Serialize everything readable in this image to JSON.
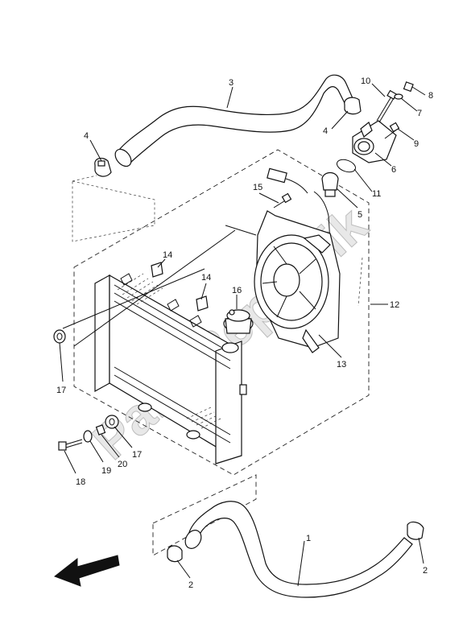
{
  "watermark": "PartsRepublik",
  "callouts": [
    {
      "id": "1",
      "text": "1"
    },
    {
      "id": "2a",
      "text": "2"
    },
    {
      "id": "2b",
      "text": "2"
    },
    {
      "id": "3",
      "text": "3"
    },
    {
      "id": "4a",
      "text": "4"
    },
    {
      "id": "4b",
      "text": "4"
    },
    {
      "id": "5",
      "text": "5"
    },
    {
      "id": "6",
      "text": "6"
    },
    {
      "id": "7",
      "text": "7"
    },
    {
      "id": "8",
      "text": "8"
    },
    {
      "id": "9",
      "text": "9"
    },
    {
      "id": "10",
      "text": "10"
    },
    {
      "id": "11",
      "text": "11"
    },
    {
      "id": "12",
      "text": "12"
    },
    {
      "id": "13",
      "text": "13"
    },
    {
      "id": "14a",
      "text": "14"
    },
    {
      "id": "14b",
      "text": "14"
    },
    {
      "id": "15",
      "text": "15"
    },
    {
      "id": "16",
      "text": "16"
    },
    {
      "id": "17a",
      "text": "17"
    },
    {
      "id": "17b",
      "text": "17"
    },
    {
      "id": "18",
      "text": "18"
    },
    {
      "id": "19",
      "text": "19"
    },
    {
      "id": "20",
      "text": "20"
    }
  ],
  "direction_arrow_icon": "front-arrow-icon"
}
